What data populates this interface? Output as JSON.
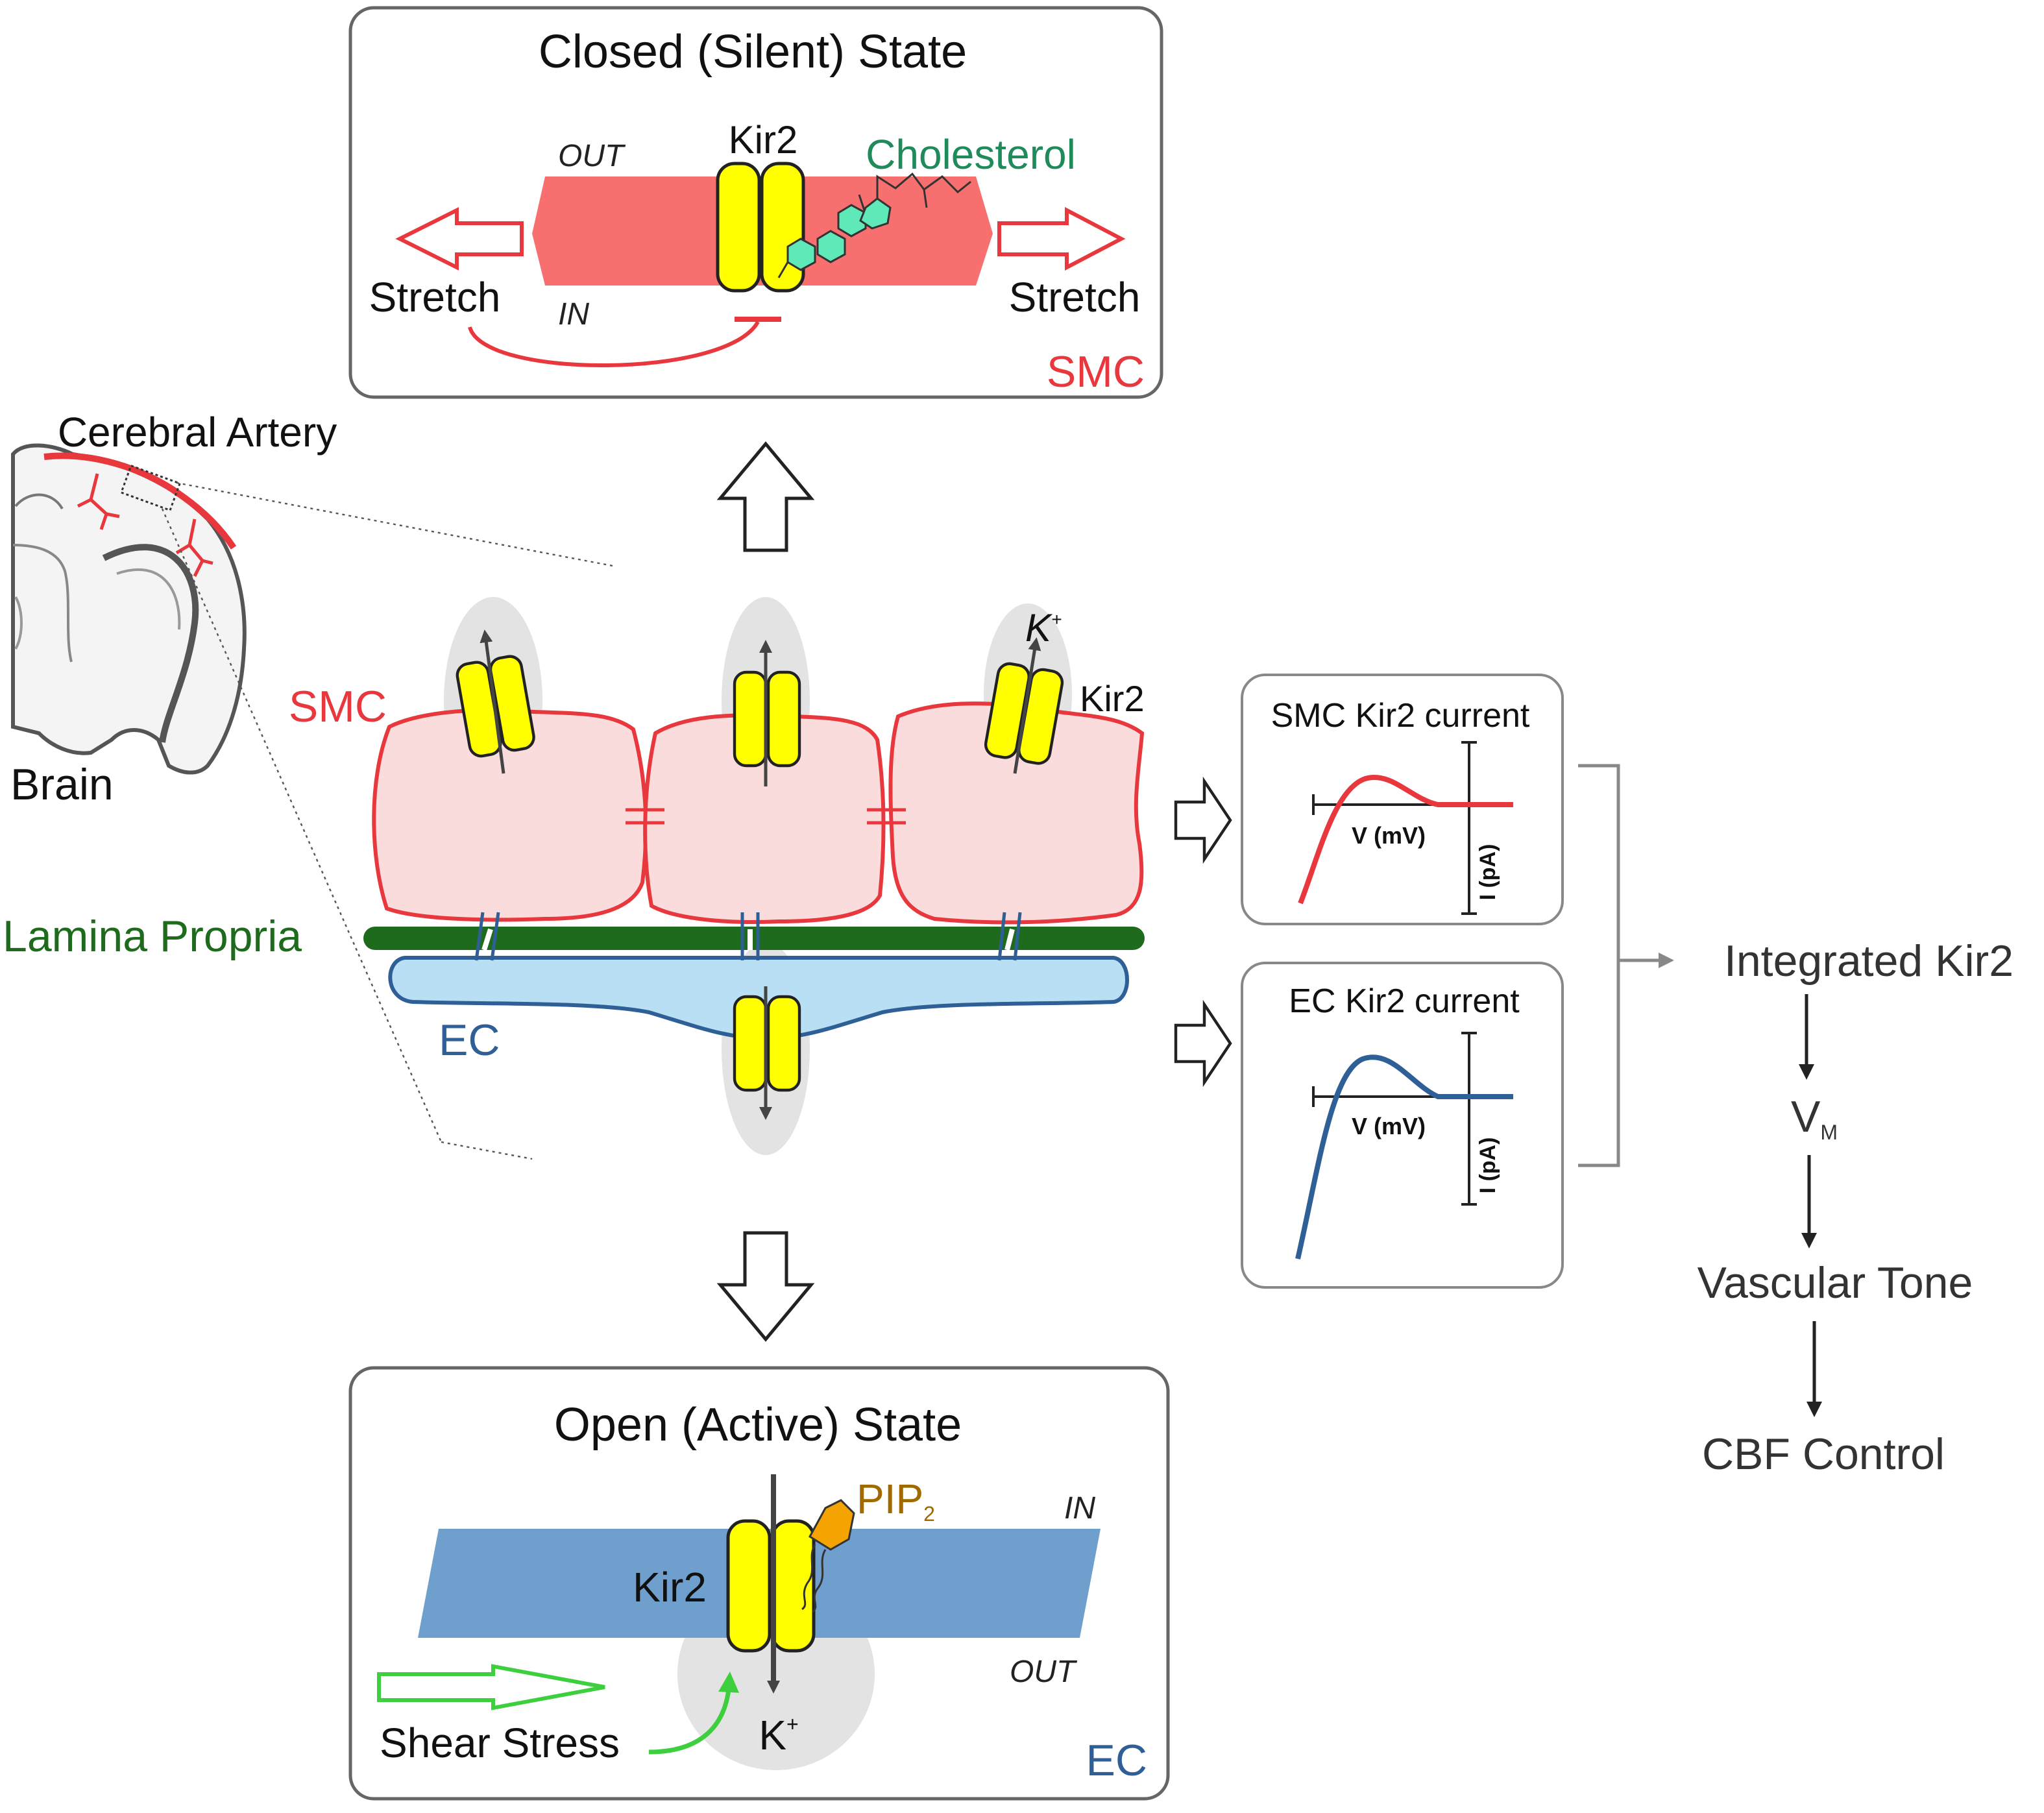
{
  "closed_state": {
    "title": "Closed (Silent) State",
    "out_label": "OUT",
    "in_label": "IN",
    "channel_label": "Kir2",
    "lipid_label": "Cholesterol",
    "stretch_left": "Stretch",
    "stretch_right": "Stretch",
    "cell_label": "SMC"
  },
  "open_state": {
    "title": "Open (Active) State",
    "channel_label": "Kir2",
    "lipid_label": "PIP",
    "lipid_subscript": "2",
    "in_label": "IN",
    "out_label": "OUT",
    "force_label": "Shear Stress",
    "ion_label": "K",
    "ion_superscript": "+",
    "cell_label": "EC"
  },
  "anatomy": {
    "artery_label": "Cerebral Artery",
    "brain_label": "Brain"
  },
  "vessel_wall": {
    "smc_label": "SMC",
    "lamina_label": "Lamina Propria",
    "ec_label": "EC",
    "ion_label": "K",
    "ion_superscript": "+",
    "channel_label": "Kir2"
  },
  "iv_plots": [
    {
      "title": "SMC Kir2 current",
      "xlabel": "V (mV)",
      "ylabel": "I (pA)",
      "color": "#e8383d"
    },
    {
      "title": "EC Kir2 current",
      "xlabel": "V (mV)",
      "ylabel": "I (pA)",
      "color": "#2e5f96"
    }
  ],
  "cascade": {
    "step1": "Integrated Kir2",
    "step2": "V",
    "step2_subscript": "M",
    "step3": "Vascular Tone",
    "step4": "CBF Control"
  },
  "colors": {
    "smc": "#e8383d",
    "smc_fill": "#fadcdc",
    "ec": "#2e5f96",
    "ec_fill": "#b8dff3",
    "lamina": "#1e6b1e",
    "channel": "#ffff00",
    "cholesterol": "#5fe8b8",
    "cholesterol_text": "#1f8a5a",
    "pip2": "#f5a300",
    "pip2_text": "#a06a00",
    "shear": "#3ecf3e",
    "membrane_smc": "#f76f6f",
    "membrane_ec": "#6f9fcd"
  }
}
